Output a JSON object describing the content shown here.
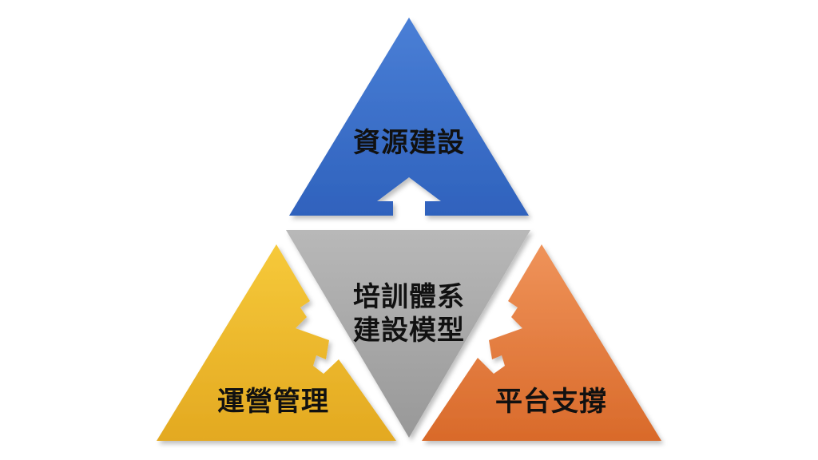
{
  "diagram": {
    "nodes": {
      "top": {
        "label": "資源建設",
        "color": "#3b6fc4"
      },
      "center": {
        "line1": "培訓體系",
        "line2": "建設模型",
        "color": "#a8a8a8"
      },
      "left": {
        "label": "運營管理",
        "color": "#e9b22b"
      },
      "right": {
        "label": "平台支撐",
        "color": "#e07a3a"
      }
    },
    "connectors": [
      {
        "from": "center",
        "to": "top",
        "shape": "arrow-notch"
      },
      {
        "from": "center",
        "to": "left",
        "shape": "arrow-notch"
      },
      {
        "from": "center",
        "to": "right",
        "shape": "arrow-notch"
      }
    ]
  }
}
